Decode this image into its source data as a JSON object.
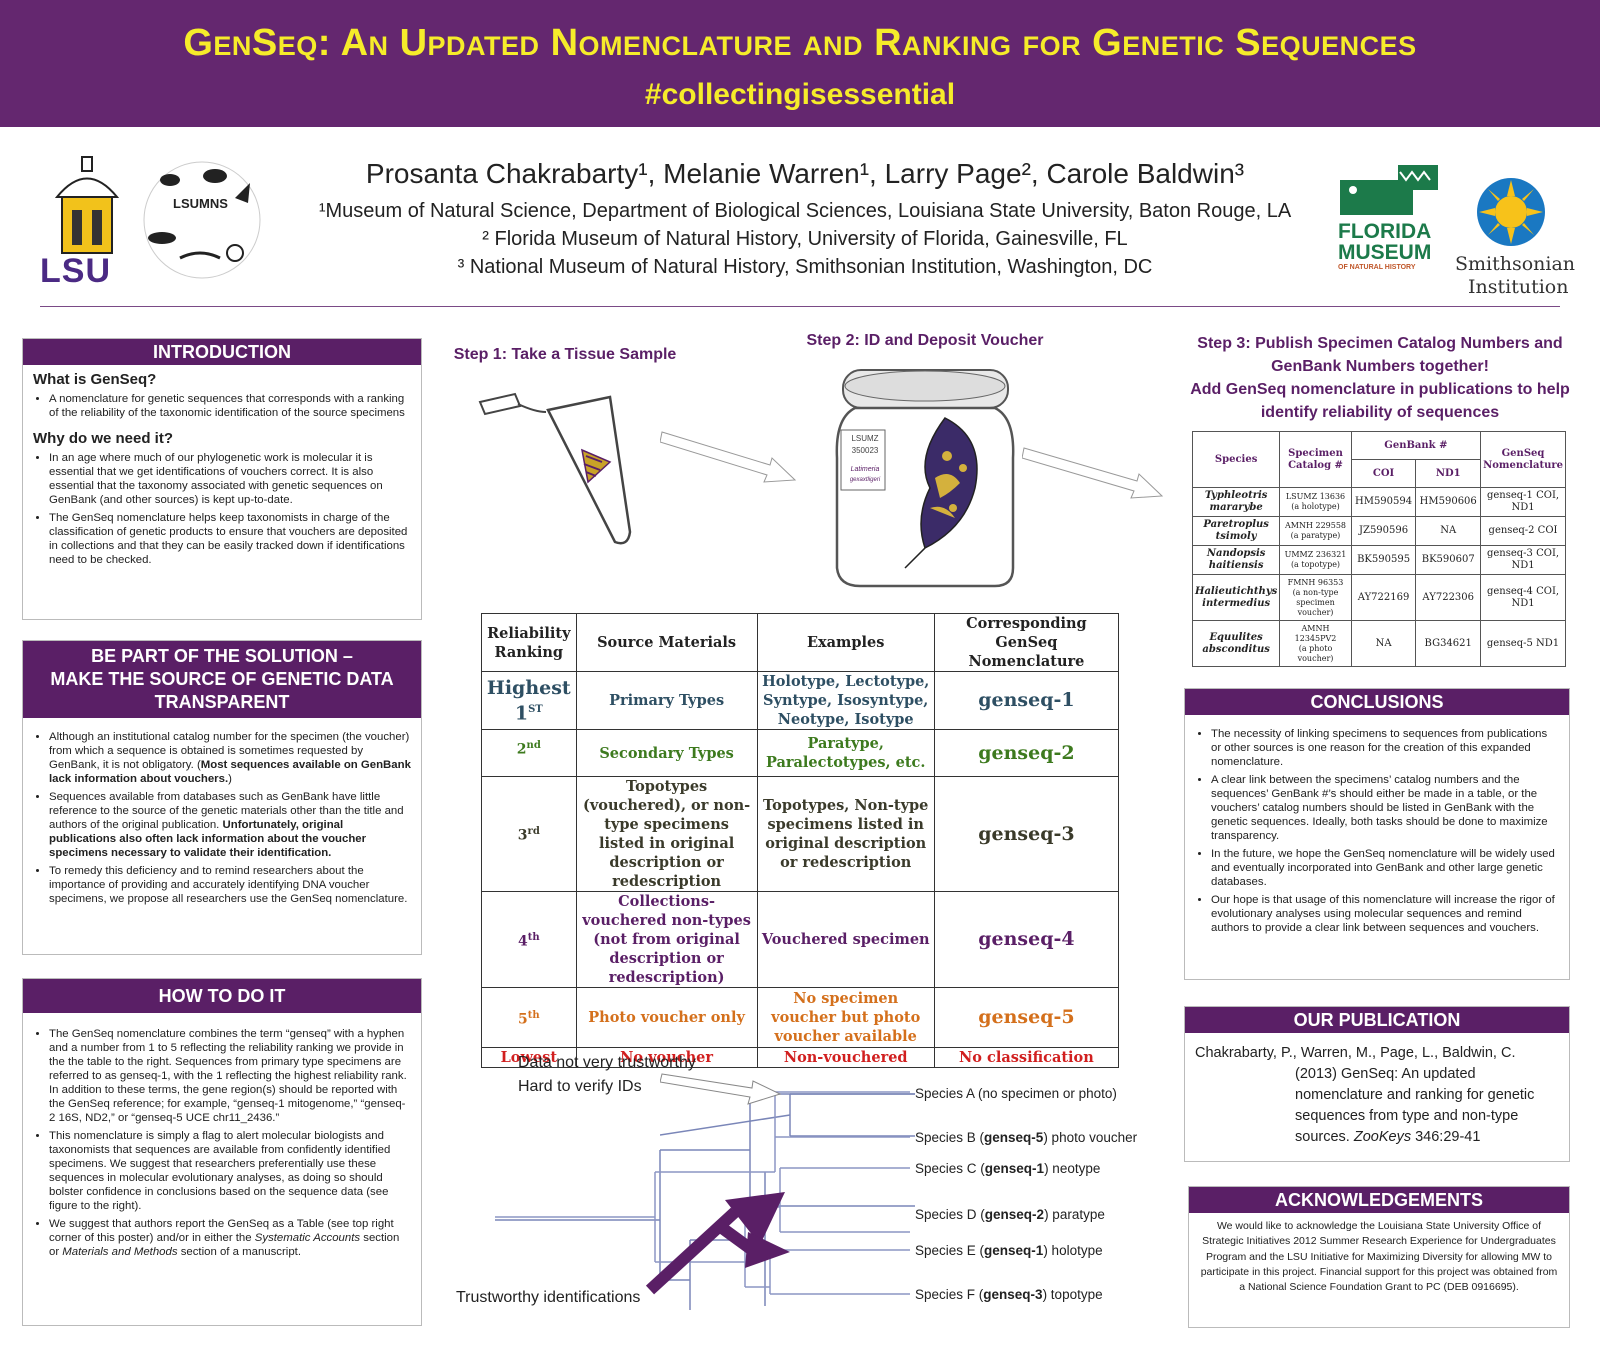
{
  "header": {
    "title": "GenSeq: An Updated Nomenclature and Ranking for Genetic Sequences",
    "hashtag": "#collectingisessential"
  },
  "authors": {
    "line": "Prosanta Chakrabarty¹, Melanie Warren¹, Larry Page², Carole Baldwin³",
    "aff1": "¹Museum of Natural Science, Department of Biological Sciences, Louisiana State University, Baton Rouge, LA",
    "aff2": "² Florida Museum of Natural History, University of Florida, Gainesville, FL",
    "aff3": "³ National Museum of Natural History, Smithsonian Institution, Washington, DC"
  },
  "logos": {
    "lsu": "LSU",
    "lsumns": "LSUMNS",
    "florida_line1": "FLORIDA",
    "florida_line2": "MUSEUM",
    "florida_line3": "OF NATURAL HISTORY",
    "smithsonian_line1": "Smithsonian",
    "smithsonian_line2": "Institution"
  },
  "introduction": {
    "title": "INTRODUCTION",
    "q1": "What is GenSeq?",
    "q1_items": [
      "A nomenclature for genetic sequences that corresponds with a ranking of the reliability of the taxonomic identification of the source specimens"
    ],
    "q2": "Why do we need it?",
    "q2_items": [
      "In an age where much of our phylogenetic work is molecular it is essential that we get identifications of vouchers correct. It is also essential that the taxonomy associated with genetic sequences on GenBank (and other sources) is kept up-to-date.",
      "The GenSeq nomenclature helps keep taxonomists in charge of the classification of genetic products to ensure that vouchers are deposited in collections and that they can be easily tracked down if identifications need to be checked."
    ]
  },
  "solution": {
    "title_l1": "BE PART OF THE SOLUTION –",
    "title_l2": "MAKE THE SOURCE OF GENETIC DATA",
    "title_l3": "TRANSPARENT",
    "item1": "Although an institutional catalog number for the specimen (the voucher) from which a sequence is obtained is sometimes requested by GenBank, it is not obligatory. (",
    "item1_bold": "Most sequences available on GenBank lack information about vouchers.",
    "item1_end": ")",
    "item2": "Sequences available from databases such as GenBank have little reference to the source of the genetic materials other than the title and authors of the original publication. ",
    "item2_bold": "Unfortunately, original publications also often lack information about the voucher specimens necessary to validate their identification.",
    "item3": " To remedy this deficiency and to remind researchers about the importance of providing and accurately identifying DNA voucher specimens, we propose all researchers use the GenSeq nomenclature."
  },
  "howto": {
    "title": "HOW TO DO IT",
    "item1": "The GenSeq nomenclature combines the term “genseq” with a hyphen and a number from 1 to 5 reflecting the reliability ranking we provide in the the table to the right. Sequences from primary type specimens are referred to as genseq-1, with the 1 reflecting the highest reliability rank. In addition to these terms, the gene region(s) should be reported with the GenSeq reference; for example, “genseq-1 mitogenome,” “genseq-2 16S, ND2,” or “genseq-5 UCE chr11_2436.”",
    "item2": " This nomenclature is simply a flag to alert molecular biologists and taxonomists that sequences are available from confidently identified specimens. We suggest that researchers preferentially use these sequences in molecular evolutionary analyses, as doing so should bolster confidence in conclusions based on the sequence data (see figure to the right).",
    "item3a": "We suggest that authors report the GenSeq as a Table (see top right corner of this poster) and/or in either the ",
    "item3_it1": "Systematic Accounts",
    "item3b": " section or ",
    "item3_it2": "Materials and Methods",
    "item3c": " section of a manuscript."
  },
  "steps": {
    "step1": "Step 1: Take a Tissue Sample",
    "step2": "Step 2: ID and Deposit Voucher",
    "step3_l1": "Step 3: Publish Specimen Catalog Numbers and",
    "step3_l2": "GenBank Numbers together!",
    "step3_l3": "Add GenSeq nomenclature in publications to help",
    "step3_l4": "identify reliability of sequences",
    "jar_tag1": "LSUMZ",
    "jar_tag2": "350023",
    "jar_tag3": "Latimeria",
    "jar_tag4": "gexaxtligeri"
  },
  "ranking_table": {
    "headers": [
      "Reliability Ranking",
      "Source Materials",
      "Examples",
      "Corresponding GenSeq Nomenclature"
    ],
    "rows": [
      {
        "rank": "Highest",
        "rank2": "1",
        "sup": "ST",
        "source": "Primary Types",
        "examples": "Holotype, Lectotype, Syntype, Isosyntype, Neotype, Isotype",
        "nom": "genseq-1",
        "color": "#2e4f63"
      },
      {
        "rank": "",
        "rank2": "2",
        "sup": "nd",
        "source": "Secondary Types",
        "examples": "Paratype, Paralectotypes, etc.",
        "nom": "genseq-2",
        "color": "#3d7a1e"
      },
      {
        "rank": "",
        "rank2": "3",
        "sup": "rd",
        "source": "Topotypes (vouchered), or non-type specimens listed in original description or redescription",
        "examples": "Topotypes, Non-type specimens listed in original description or redescription",
        "nom": "genseq-3",
        "color": "#3a3a2a"
      },
      {
        "rank": "",
        "rank2": "4",
        "sup": "th",
        "source": "Collections-vouchered non-types (not from original description or redescription)",
        "examples": "Vouchered specimen",
        "nom": "genseq-4",
        "color": "#5a1f66"
      },
      {
        "rank": "",
        "rank2": "5",
        "sup": "th",
        "source": "Photo voucher only",
        "examples": "No specimen voucher but photo voucher available",
        "nom": "genseq-5",
        "color": "#d4701c"
      },
      {
        "rank": "Lowest",
        "rank2": "",
        "sup": "",
        "source": "No voucher",
        "examples": "Non-vouchered",
        "nom": "No classification",
        "color": "#d11f1f"
      }
    ]
  },
  "genbank_table": {
    "h_species": "Species",
    "h_catalog": "Specimen Catalog #",
    "h_genbank": "GenBank #",
    "h_coi": "COI",
    "h_nd1": "ND1",
    "h_genseq": "GenSeq Nomenclature",
    "rows": [
      {
        "species": "Typhleotris mararybe",
        "catalog": "LSUMZ 13636",
        "cat_note": "(a holotype)",
        "coi": "HM590594",
        "nd1": "HM590606",
        "genseq": "genseq-1 COI, ND1"
      },
      {
        "species": "Paretroplus tsimoly",
        "catalog": "AMNH 229558",
        "cat_note": "(a paratype)",
        "coi": "JZ590596",
        "nd1": "NA",
        "genseq": "genseq-2 COI"
      },
      {
        "species": "Nandopsis haitiensis",
        "catalog": "UMMZ 236321",
        "cat_note": "(a topotype)",
        "coi": "BK590595",
        "nd1": "BK590607",
        "genseq": "genseq-3 COI, ND1"
      },
      {
        "species": "Halieutichthys intermedius",
        "catalog": "FMNH 96353",
        "cat_note": "(a non-type specimen voucher)",
        "coi": "AY722169",
        "nd1": "AY722306",
        "genseq": "genseq-4 COI, ND1"
      },
      {
        "species": "Equulites absconditus",
        "catalog": "AMNH 12345PV2",
        "cat_note": "(a photo voucher)",
        "coi": "NA",
        "nd1": "BG34621",
        "genseq": "genseq-5 ND1"
      }
    ]
  },
  "tree": {
    "top_note1": "Data not very trustworthy",
    "top_note2": "Hard to verify IDs",
    "bottom_note": "Trustworthy identifications",
    "leaves": [
      {
        "pre": "Species A (no specimen or photo)",
        "bold": "",
        "post": ""
      },
      {
        "pre": "Species B (",
        "bold": "genseq-5",
        "post": ") photo voucher"
      },
      {
        "pre": "Species C (",
        "bold": "genseq-1",
        "post": ") neotype"
      },
      {
        "pre": "Species D (",
        "bold": "genseq-2",
        "post": ") paratype"
      },
      {
        "pre": "Species E (",
        "bold": "genseq-1",
        "post": ") holotype"
      },
      {
        "pre": "Species F (",
        "bold": "genseq-3",
        "post": ") topotype"
      }
    ]
  },
  "conclusions": {
    "title": "CONCLUSIONS",
    "items": [
      "The necessity of linking specimens to sequences from publications or other sources is one reason for the creation of this expanded nomenclature.",
      "A clear link between the specimens’ catalog numbers and the sequences’ GenBank #’s should either be made in a table, or the vouchers’ catalog numbers should be listed in GenBank with the genetic sequences. Ideally, both tasks should be done to maximize transparency.",
      "In the future, we hope the GenSeq nomenclature will be widely used and eventually incorporated into GenBank and other large genetic databases.",
      "Our hope is that usage of this nomenclature will increase the rigor of evolutionary analyses using molecular sequences and remind authors to provide a clear link between sequences and vouchers."
    ]
  },
  "publication": {
    "title": "OUR PUBLICATION",
    "text": "Chakrabarty, P., Warren, M., Page, L., Baldwin, C. (2013) GenSeq: An updated nomenclature and ranking for genetic sequences from type and non-type sources. ",
    "journal": "ZooKeys",
    "pages": " 346:29-41"
  },
  "acknowledgements": {
    "title": "ACKNOWLEDGEMENTS",
    "text": "We would like to acknowledge the Louisiana State University Office of Strategic Initiatives 2012 Summer Research Experience for Undergraduates Program and the LSU Initiative for Maximizing Diversity for allowing MW to participate in this project. Financial support for this project was obtained from a National Science Foundation Grant to PC (DEB 0916695)."
  }
}
